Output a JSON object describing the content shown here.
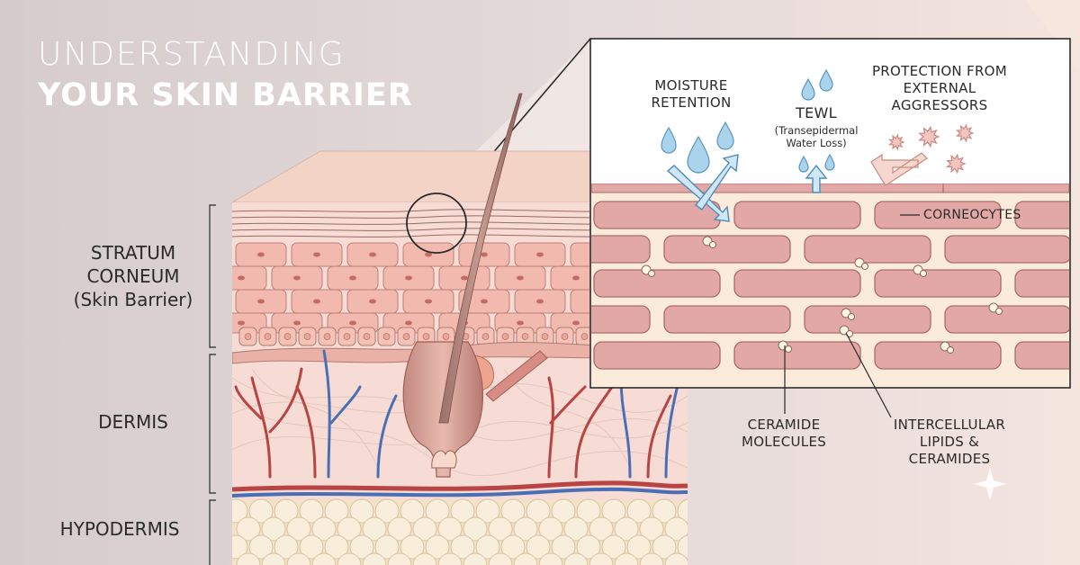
{
  "title": {
    "line1": "UNDERSTANDING",
    "line2": "YOUR SKIN BARRIER"
  },
  "layers": {
    "stratum_line1": "STRATUM",
    "stratum_line2": "CORNEUM",
    "stratum_line3": "(Skin Barrier)",
    "dermis": "DERMIS",
    "hypodermis": "HYPODERMIS"
  },
  "callouts": {
    "moisture_line1": "MOISTURE",
    "moisture_line2": "RETENTION",
    "tewl": "TEWL",
    "tewl_sub1": "(Transepidermal",
    "tewl_sub2": "Water Loss)",
    "protection_line1": "PROTECTION FROM",
    "protection_line2": "EXTERNAL",
    "protection_line3": "AGGRESSORS",
    "corneocytes": "CORNEOCYTES",
    "ceramide_line1": "CERAMIDE",
    "ceramide_line2": "MOLECULES",
    "lipids_line1": "INTERCELLULAR",
    "lipids_line2": "LIPIDS &",
    "lipids_line3": "CERAMIDES"
  },
  "colors": {
    "background": "#ddd4d4",
    "cell_fill": "#e2a8a6",
    "cell_stroke": "#b06a68",
    "lipid_fill": "#faebdb",
    "artery": "#b84444",
    "vein": "#4a6fb5",
    "fat": "#f8eedb",
    "water": "#8ec3e2"
  }
}
